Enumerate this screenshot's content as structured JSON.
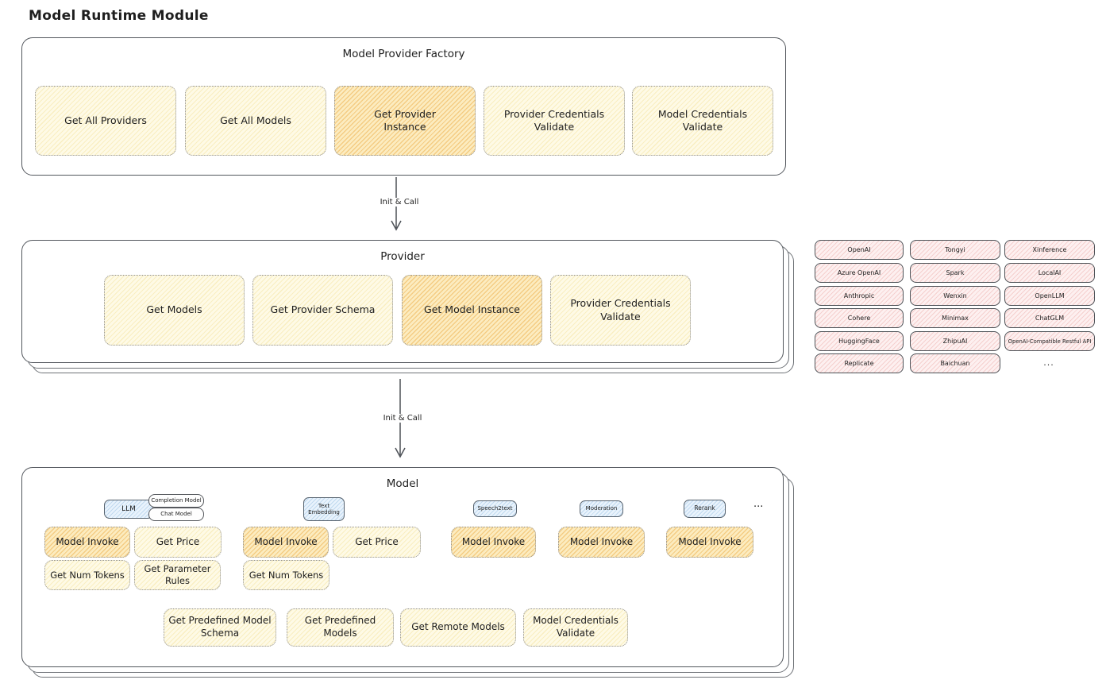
{
  "title": "Model Runtime Module",
  "factory": {
    "title": "Model Provider Factory",
    "ops": [
      "Get All Providers",
      "Get All Models",
      "Get Provider\nInstance",
      "Provider Credentials\nValidate",
      "Model Credentials\nValidate"
    ]
  },
  "arrows": {
    "init_call_1": "Init & Call",
    "init_call_2": "Init & Call"
  },
  "provider": {
    "title": "Provider",
    "ops": [
      "Get Models",
      "Get Provider Schema",
      "Get Model Instance",
      "Provider Credentials\nValidate"
    ]
  },
  "providers_list": [
    "OpenAI",
    "Tongyi",
    "Xinference",
    "Azure OpenAI",
    "Spark",
    "LocalAI",
    "Anthropic",
    "Wenxin",
    "OpenLLM",
    "Cohere",
    "Minimax",
    "ChatGLM",
    "HuggingFace",
    "ZhipuAI",
    "OpenAI-Compatible Restful API",
    "Replicate",
    "Baichuan",
    "..."
  ],
  "model": {
    "title": "Model",
    "types": [
      "LLM",
      "Completion Model",
      "Chat Model",
      "Text\nEmbedding",
      "Speech2text",
      "Moderation",
      "Rerank",
      "..."
    ],
    "ops_row1": [
      "Model Invoke",
      "Get Price",
      "Model Invoke",
      "Get Price",
      "Model Invoke",
      "Model Invoke",
      "Model Invoke"
    ],
    "ops_row2": [
      "Get Num Tokens",
      "Get Parameter\nRules",
      "Get Num Tokens"
    ],
    "ops_bottom": [
      "Get Predefined Model\nSchema",
      "Get Predefined\nModels",
      "Get Remote Models",
      "Model Credentials\nValidate"
    ]
  },
  "colors": {
    "highlight_fill": "#fbe7b4",
    "light_fill": "#fdf8e3",
    "provider_chip_fill": "#fdeeee",
    "type_tag_fill": "#e8f2fb",
    "outline": "#53575d"
  }
}
